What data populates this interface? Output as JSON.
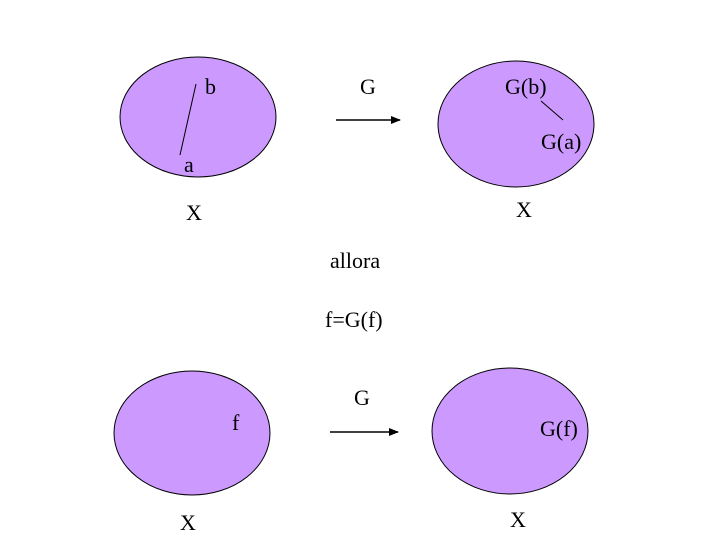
{
  "colors": {
    "ellipse_fill": "#cc99ff",
    "ellipse_stroke": "#000000",
    "text": "#000000",
    "background": "#ffffff"
  },
  "top": {
    "left_set": {
      "point_b": "b",
      "point_a": "a",
      "set_label": "X"
    },
    "map_label": "G",
    "right_set": {
      "image_b": "G(b)",
      "image_a": "G(a)",
      "set_label": "X"
    }
  },
  "middle": {
    "conclusion": "allora",
    "equation": "f=G(f)"
  },
  "bottom": {
    "left_set": {
      "point_f": "f",
      "set_label": "X"
    },
    "map_label": "G",
    "right_set": {
      "image_f": "G(f)",
      "set_label": "X"
    }
  }
}
